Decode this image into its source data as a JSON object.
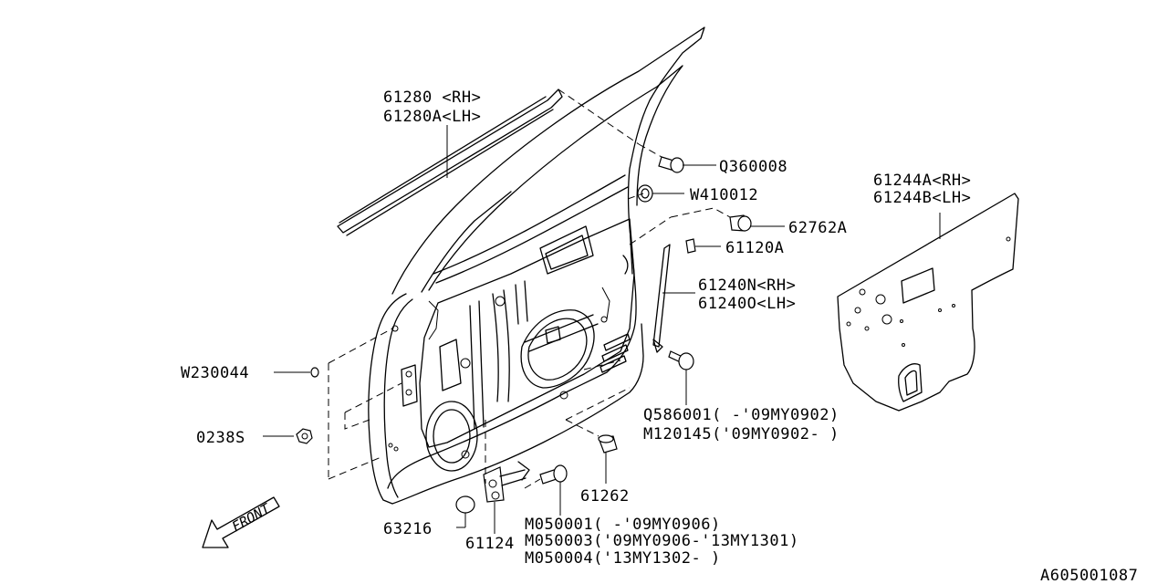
{
  "labels": {
    "weatherstrip_rh": "61280 <RH>",
    "weatherstrip_lh": "61280A<LH>",
    "bolt_q": "Q360008",
    "washer_w41": "W410012",
    "stopper": "62762A",
    "clip_61120": "61120A",
    "sash_rh": "61240N<RH>",
    "sash_lh": "61240O<LH>",
    "screw_q586_1": "Q586001( -'09MY0902)",
    "screw_q586_2": "M120145('09MY0902- )",
    "plug_61262": "61262",
    "m0500_1": "M050001( -'09MY0906)",
    "m0500_2": "M050003('09MY0906-'13MY1301)",
    "m0500_3": "M050004('13MY1302- )",
    "hinge": "61124",
    "plug_63216": "63216",
    "nut_0238": "0238S",
    "washer_w23": "W230044",
    "sealing_rh": "61244A<RH>",
    "sealing_lh": "61244B<LH>",
    "front": "FRONT",
    "diagram_id": "A605001087"
  }
}
